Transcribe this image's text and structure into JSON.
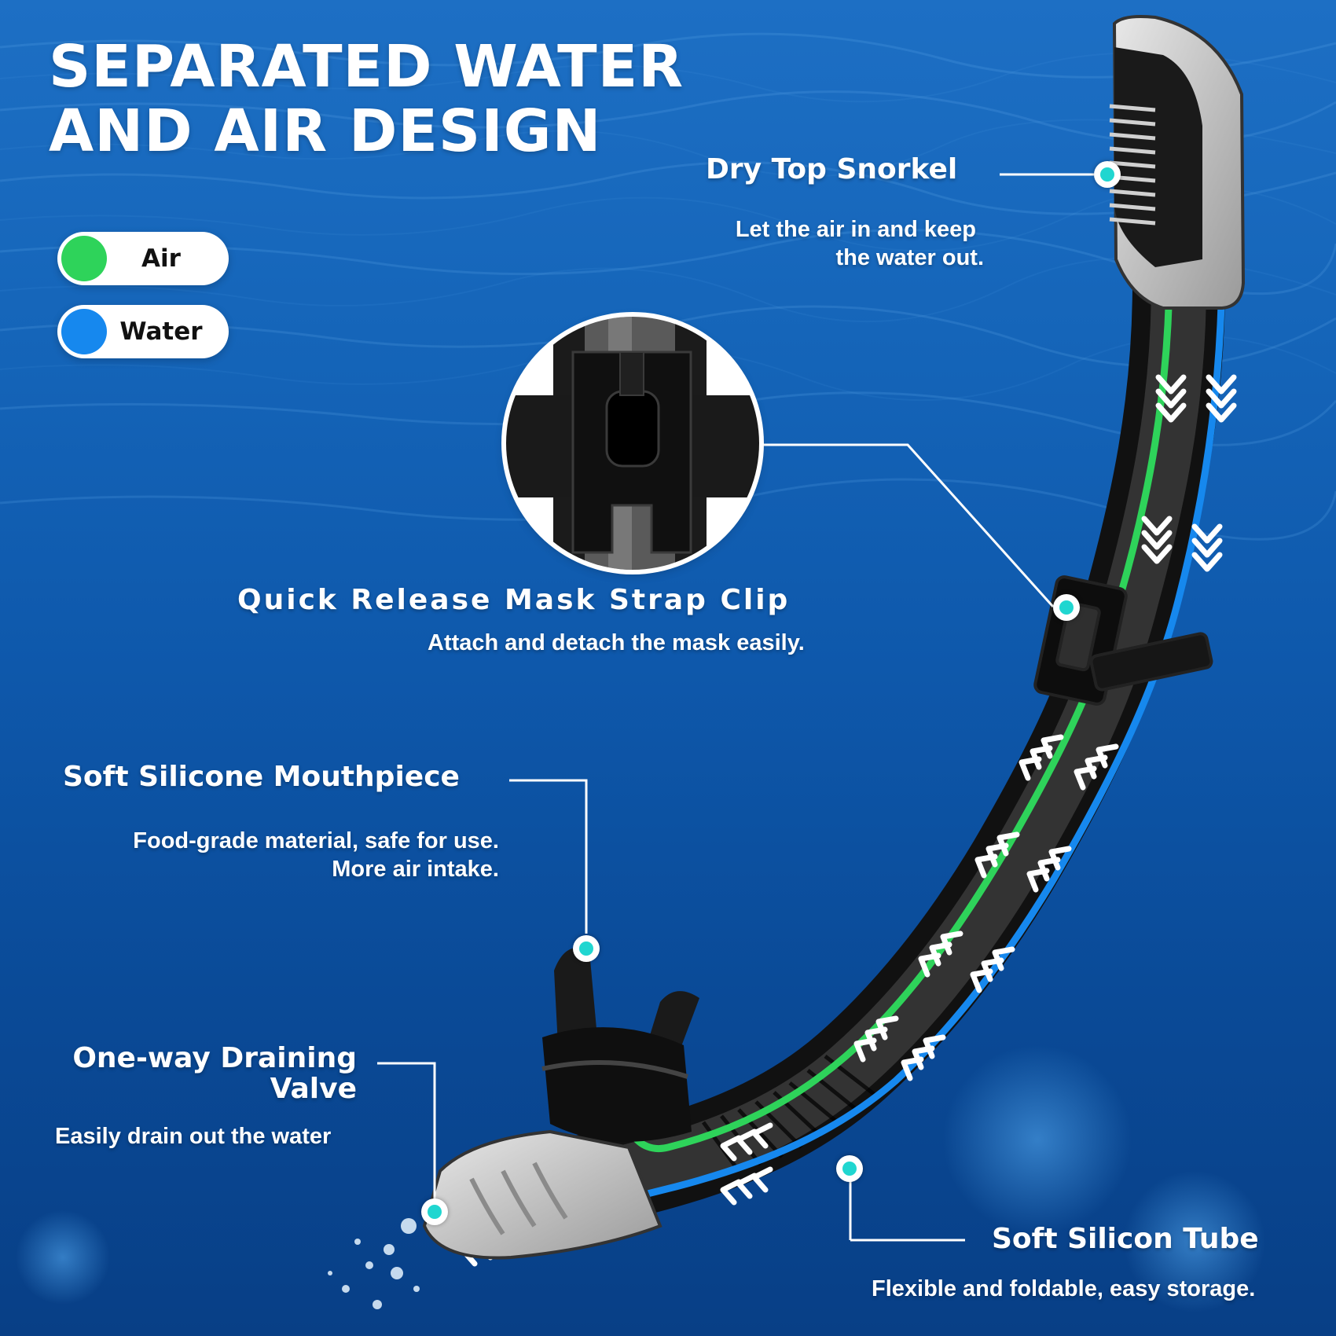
{
  "title": {
    "line1": "SEPARATED WATER",
    "line2": "AND AIR DESIGN"
  },
  "legend": {
    "air": {
      "label": "Air",
      "color": "#2ed35a"
    },
    "water": {
      "label": "Water",
      "color": "#1688ee"
    }
  },
  "features": {
    "dry_top": {
      "title": "Dry Top Snorkel",
      "desc1": "Let the air in and keep",
      "desc2": "the water out."
    },
    "strap_clip": {
      "title": "Quick Release Mask Strap Clip",
      "desc1": "Attach and detach the mask easily."
    },
    "mouthpiece": {
      "title": "Soft Silicone Mouthpiece",
      "desc1": "Food-grade material, safe for use.",
      "desc2": "More air intake."
    },
    "valve": {
      "title1": "One-way Draining",
      "title2": "Valve",
      "desc1": "Easily drain out the water"
    },
    "tube": {
      "title": "Soft Silicon Tube",
      "desc1": "Flexible and foldable, easy storage."
    }
  },
  "colors": {
    "marker_accent": "#20d6d0",
    "background": "#0e58ab",
    "air_flow": "#2ed35a",
    "water_flow": "#1688ee"
  },
  "icons": {
    "marker": "callout-dot-icon",
    "flow_arrow": "chevron-down-icon"
  }
}
